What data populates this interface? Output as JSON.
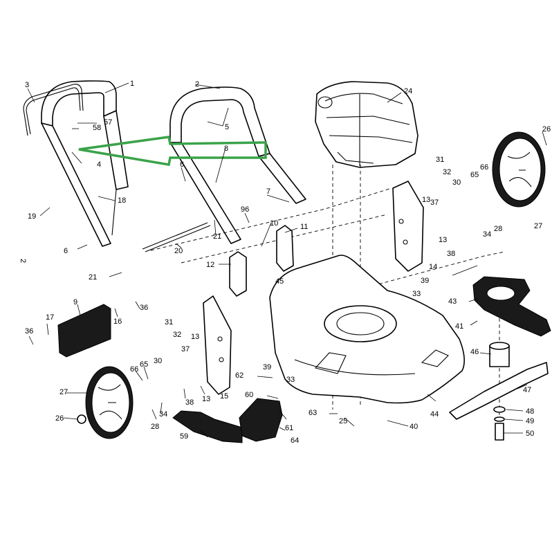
{
  "callouts": [
    {
      "id": "c1",
      "text": "1"
    },
    {
      "id": "c2",
      "text": "2"
    },
    {
      "id": "c3",
      "text": "3"
    },
    {
      "id": "c4",
      "text": "4"
    },
    {
      "id": "c5",
      "text": "5"
    },
    {
      "id": "c6a",
      "text": "6"
    },
    {
      "id": "c6b",
      "text": "6"
    },
    {
      "id": "c7",
      "text": "7"
    },
    {
      "id": "c8",
      "text": "8"
    },
    {
      "id": "c9",
      "text": "9"
    },
    {
      "id": "c10",
      "text": "10"
    },
    {
      "id": "c11",
      "text": "11"
    },
    {
      "id": "c12",
      "text": "12"
    },
    {
      "id": "c13a",
      "text": "13"
    },
    {
      "id": "c13b",
      "text": "13"
    },
    {
      "id": "c13c",
      "text": "13"
    },
    {
      "id": "c13d",
      "text": "13"
    },
    {
      "id": "c14",
      "text": "14"
    },
    {
      "id": "c15",
      "text": "15"
    },
    {
      "id": "c16",
      "text": "16"
    },
    {
      "id": "c17",
      "text": "17"
    },
    {
      "id": "c18",
      "text": "18"
    },
    {
      "id": "c19",
      "text": "19"
    },
    {
      "id": "c20",
      "text": "20"
    },
    {
      "id": "c21a",
      "text": "21"
    },
    {
      "id": "c21b",
      "text": "21"
    },
    {
      "id": "c24",
      "text": "24"
    },
    {
      "id": "c25",
      "text": "25"
    },
    {
      "id": "c26a",
      "text": "26"
    },
    {
      "id": "c26b",
      "text": "26"
    },
    {
      "id": "c27a",
      "text": "27"
    },
    {
      "id": "c27b",
      "text": "27"
    },
    {
      "id": "c28a",
      "text": "28"
    },
    {
      "id": "c28b",
      "text": "28"
    },
    {
      "id": "c30a",
      "text": "30"
    },
    {
      "id": "c30b",
      "text": "30"
    },
    {
      "id": "c31a",
      "text": "31"
    },
    {
      "id": "c31b",
      "text": "31"
    },
    {
      "id": "c32a",
      "text": "32"
    },
    {
      "id": "c32b",
      "text": "32"
    },
    {
      "id": "c33a",
      "text": "33"
    },
    {
      "id": "c33b",
      "text": "33"
    },
    {
      "id": "c34a",
      "text": "34"
    },
    {
      "id": "c34b",
      "text": "34"
    },
    {
      "id": "c36a",
      "text": "36"
    },
    {
      "id": "c36b",
      "text": "36"
    },
    {
      "id": "c37a",
      "text": "37"
    },
    {
      "id": "c37b",
      "text": "37"
    },
    {
      "id": "c38a",
      "text": "38"
    },
    {
      "id": "c38b",
      "text": "38"
    },
    {
      "id": "c39a",
      "text": "39"
    },
    {
      "id": "c39b",
      "text": "39"
    },
    {
      "id": "c40",
      "text": "40"
    },
    {
      "id": "c41",
      "text": "41"
    },
    {
      "id": "c43",
      "text": "43"
    },
    {
      "id": "c44",
      "text": "44"
    },
    {
      "id": "c45",
      "text": "45"
    },
    {
      "id": "c46",
      "text": "46"
    },
    {
      "id": "c47",
      "text": "47"
    },
    {
      "id": "c48",
      "text": "48"
    },
    {
      "id": "c49",
      "text": "49"
    },
    {
      "id": "c50",
      "text": "50"
    },
    {
      "id": "c57",
      "text": "57"
    },
    {
      "id": "c58",
      "text": "58"
    },
    {
      "id": "c59",
      "text": "59"
    },
    {
      "id": "c60",
      "text": "60"
    },
    {
      "id": "c61",
      "text": "61"
    },
    {
      "id": "c62",
      "text": "62"
    },
    {
      "id": "c63",
      "text": "63"
    },
    {
      "id": "c64",
      "text": "64"
    },
    {
      "id": "c65a",
      "text": "65"
    },
    {
      "id": "c65b",
      "text": "65"
    },
    {
      "id": "c66a",
      "text": "66"
    },
    {
      "id": "c66b",
      "text": "66"
    },
    {
      "id": "c96",
      "text": "96"
    },
    {
      "id": "cside",
      "text": "2"
    }
  ],
  "colors": {
    "highlight_arrow": "#3aa34a",
    "line": "#000000",
    "fill_dark": "#1a1a1a",
    "background": "#ffffff"
  },
  "highlight": {
    "icon": "right-to-left-arrow-icon",
    "points_to_callout": "4"
  }
}
